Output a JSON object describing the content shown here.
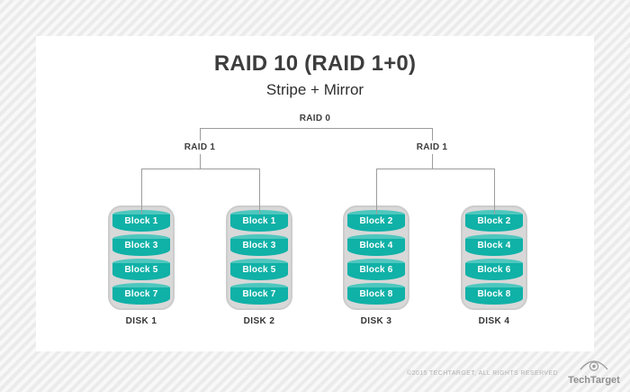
{
  "title": "RAID 10 (RAID 1+0)",
  "subtitle": "Stripe + Mirror",
  "tree": {
    "root_label": "RAID 0",
    "left_label": "RAID 1",
    "right_label": "RAID 1"
  },
  "disks": [
    {
      "label": "DISK 1",
      "blocks": [
        "Block 1",
        "Block 3",
        "Block 5",
        "Block 7"
      ]
    },
    {
      "label": "DISK 2",
      "blocks": [
        "Block 1",
        "Block 3",
        "Block 5",
        "Block 7"
      ]
    },
    {
      "label": "DISK 3",
      "blocks": [
        "Block 2",
        "Block 4",
        "Block 6",
        "Block 8"
      ]
    },
    {
      "label": "DISK 4",
      "blocks": [
        "Block 2",
        "Block 4",
        "Block 6",
        "Block 8"
      ]
    }
  ],
  "footer": {
    "copyright": "©2015 TECHTARGET, ALL RIGHTS RESERVED",
    "brand": "TechTarget"
  },
  "colors": {
    "block_teal": "#10b1a7",
    "block_teal_light": "#4ec7be",
    "disk_gray": "#d8d8d8",
    "connector_gray": "#9c9c9c",
    "background_stripe": "#ebebeb"
  }
}
